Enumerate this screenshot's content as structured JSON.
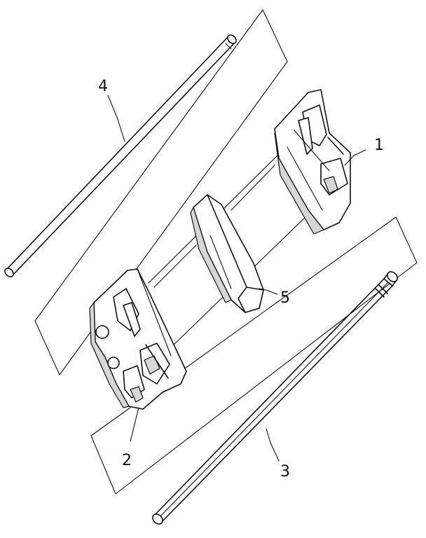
{
  "callouts": [
    {
      "id": "1",
      "label": "1"
    },
    {
      "id": "2",
      "label": "2"
    },
    {
      "id": "3",
      "label": "3"
    },
    {
      "id": "4",
      "label": "4"
    },
    {
      "id": "5",
      "label": "5"
    }
  ],
  "colors": {
    "ink": "#111111",
    "background": "#ffffff",
    "shade": "#d6d6d6"
  }
}
